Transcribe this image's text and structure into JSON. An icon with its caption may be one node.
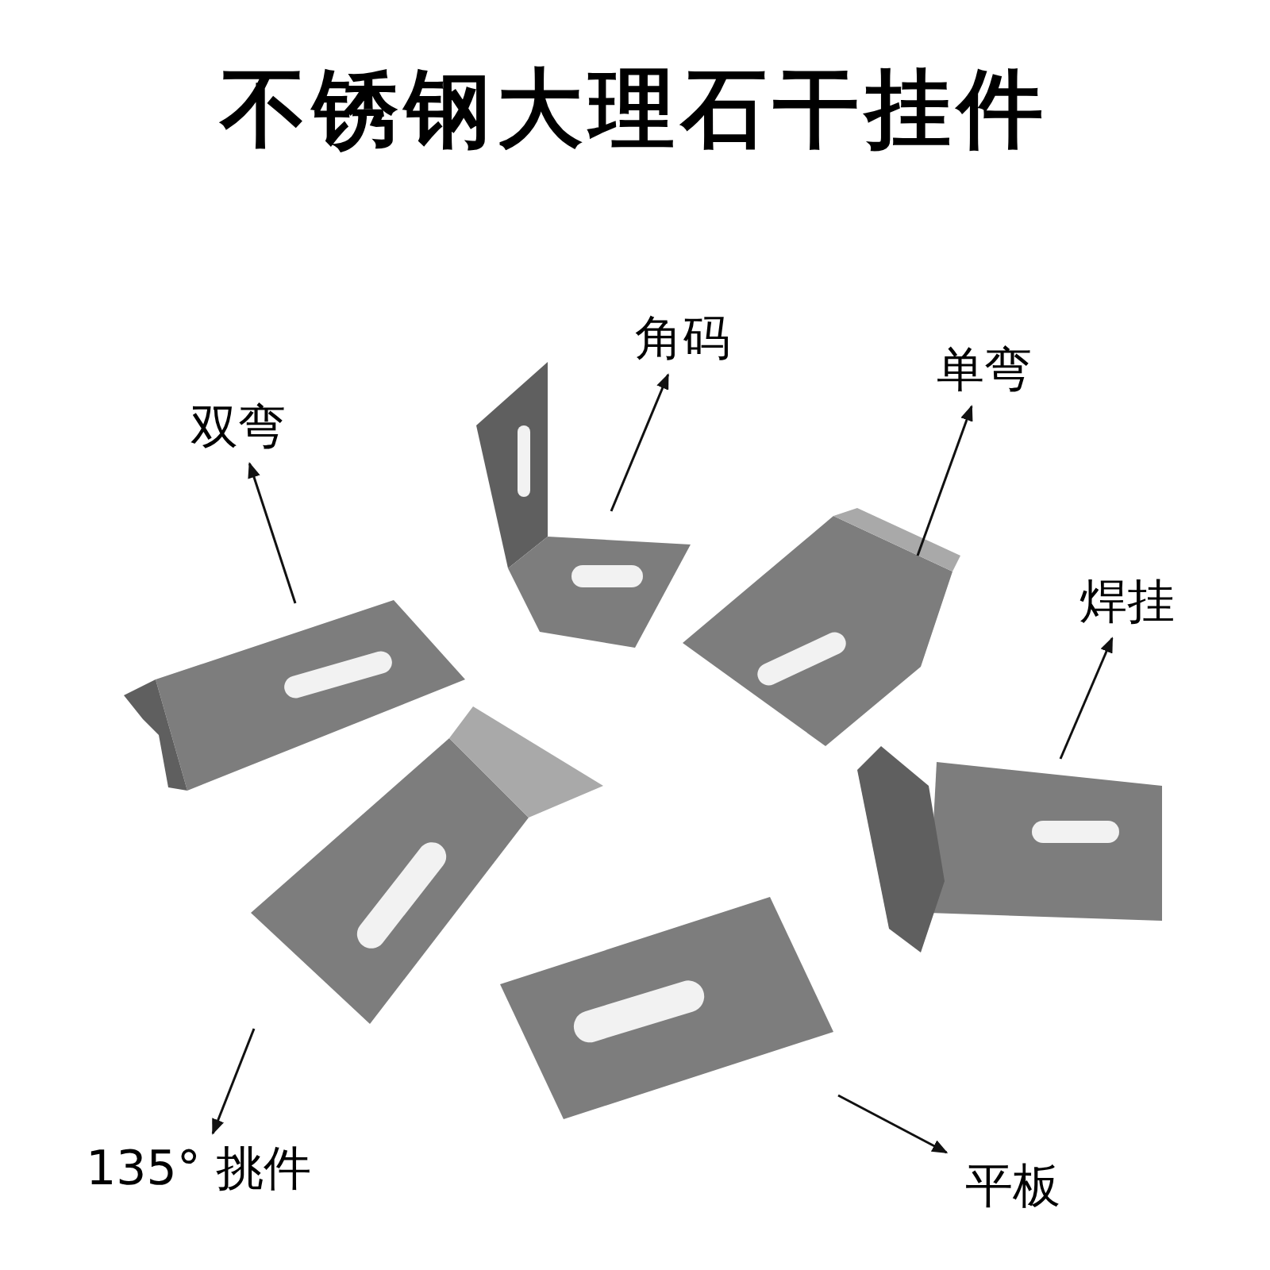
{
  "diagram": {
    "title": "不锈钢大理石干挂件",
    "nodes": [
      {
        "text": [
          "角码"
        ]
      },
      {
        "text": [
          "单弯"
        ]
      },
      {
        "text": [
          "双弯"
        ]
      },
      {
        "text": [
          "焊挂"
        ]
      },
      {
        "text": [
          "135° 挑件"
        ]
      },
      {
        "text": [
          "平板"
        ]
      },
      {
        "text": [],
        "shape": "picture"
      },
      {
        "text": [],
        "shape": "picture"
      },
      {
        "text": [],
        "shape": "picture"
      },
      {
        "text": [],
        "shape": "picture"
      },
      {
        "text": [],
        "shape": "picture"
      },
      {
        "text": [],
        "shape": "picture"
      }
    ],
    "edges": [
      {
        "from": 6,
        "to": 2,
        "arrow": "to"
      },
      {
        "from": 7,
        "to": 0,
        "arrow": "to"
      },
      {
        "from": 8,
        "to": 1,
        "arrow": "to"
      },
      {
        "from": 9,
        "to": 3,
        "arrow": "to"
      },
      {
        "from": 10,
        "to": 4,
        "arrow": "to"
      },
      {
        "from": 11,
        "to": 5,
        "arrow": "to"
      }
    ]
  }
}
